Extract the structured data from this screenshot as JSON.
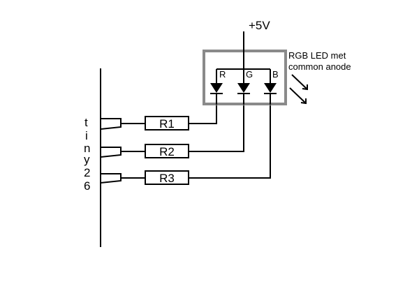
{
  "supply": {
    "label": "+5V"
  },
  "led": {
    "caption_line1": "RGB LED met",
    "caption_line2": "common anode",
    "box_color": "#8a8a8a",
    "channels": [
      {
        "label": "R"
      },
      {
        "label": "G"
      },
      {
        "label": "B"
      }
    ]
  },
  "mcu": {
    "name_chars": [
      "t",
      "i",
      "n",
      "y",
      "2",
      "6"
    ]
  },
  "resistors": [
    {
      "label": "R1"
    },
    {
      "label": "R2"
    },
    {
      "label": "R3"
    }
  ]
}
